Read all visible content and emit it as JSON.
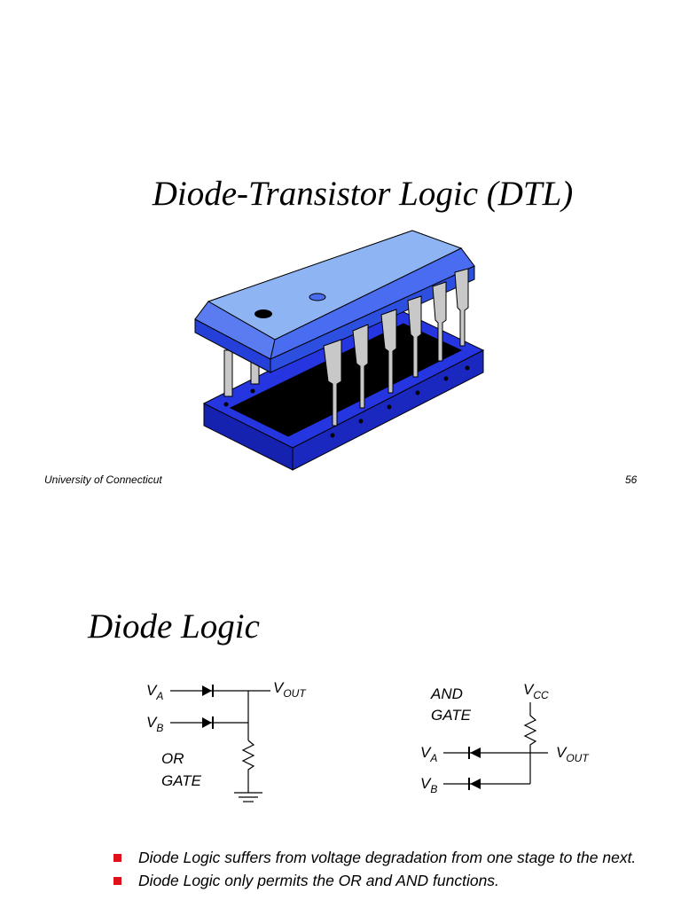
{
  "slide1": {
    "title": "Diode-Transistor Logic (DTL)",
    "footer_left": "University of Connecticut",
    "footer_right": "56"
  },
  "slide2": {
    "title": "Diode Logic",
    "or_gate": {
      "va": "V",
      "va_sub": "A",
      "vb": "V",
      "vb_sub": "B",
      "vout": "V",
      "vout_sub": "OUT",
      "label_line1": "OR",
      "label_line2": "GATE"
    },
    "and_gate": {
      "label_line1": "AND",
      "label_line2": "GATE",
      "vcc": "V",
      "vcc_sub": "CC",
      "va": "V",
      "va_sub": "A",
      "vb": "V",
      "vb_sub": "B",
      "vout": "V",
      "vout_sub": "OUT"
    },
    "bullets": [
      "Diode Logic suffers from voltage degradation from one stage to the next.",
      "Diode Logic only permits the OR and AND functions."
    ]
  },
  "colors": {
    "chip_top": "#8fb4f4",
    "chip_side": "#2d4fe0",
    "socket": "#1f2fd8",
    "pin": "#c8c8c8",
    "bullet": "#e0101a"
  }
}
